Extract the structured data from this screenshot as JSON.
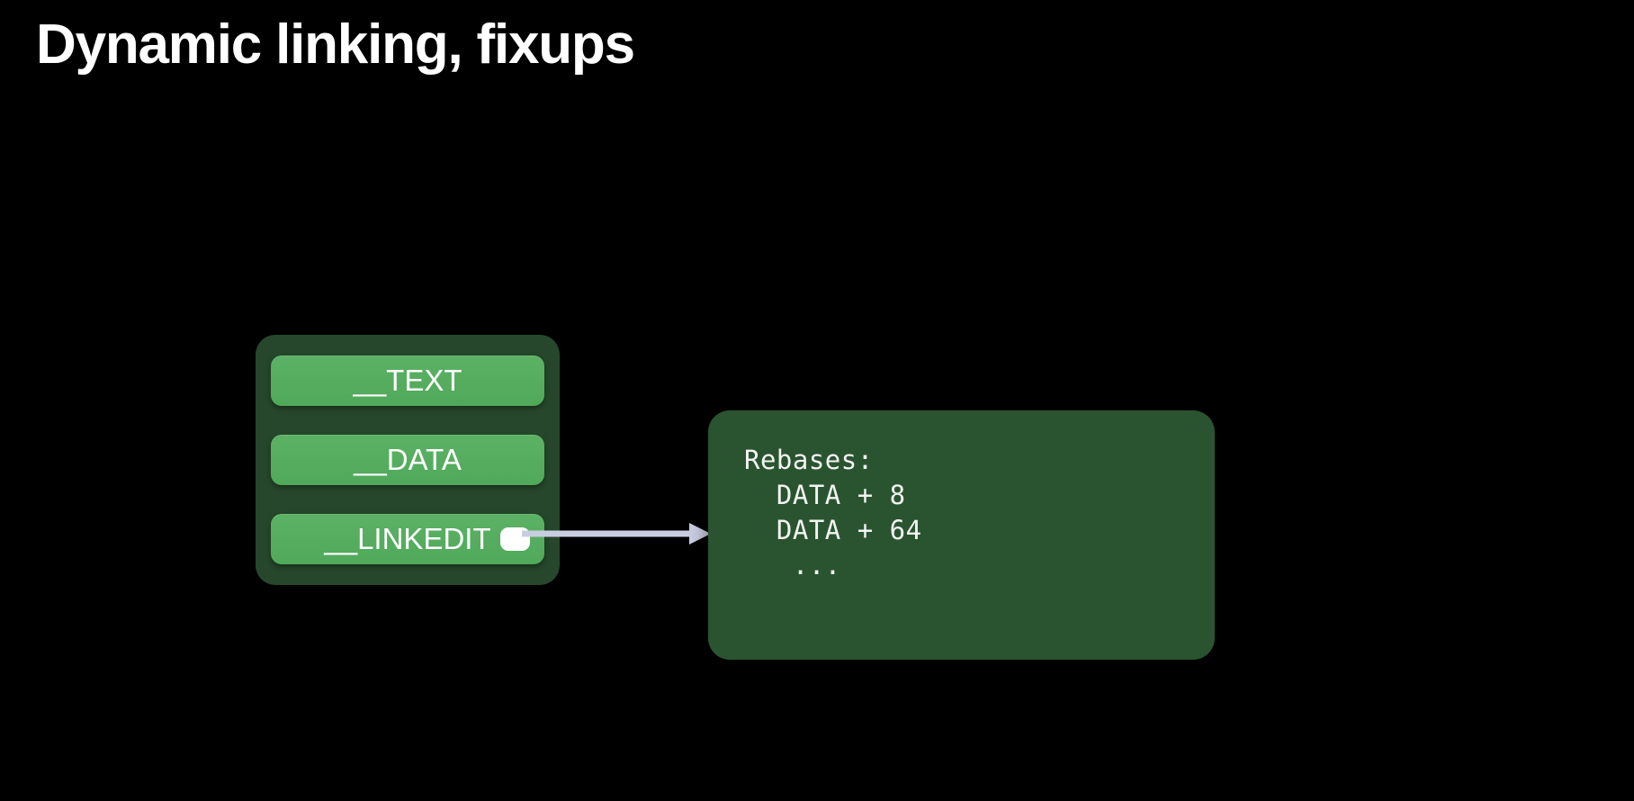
{
  "slide": {
    "title": "Dynamic linking, fixups",
    "background_color": "#000000",
    "title_color": "#ffffff"
  },
  "segments_container": {
    "name": "mach-o-segments",
    "container_color": "#26472b",
    "pill_color": "#54ac5d",
    "items": [
      {
        "label": "__TEXT",
        "has_badge": false
      },
      {
        "label": "__DATA",
        "has_badge": false
      },
      {
        "label": "__LINKEDIT",
        "has_badge": true,
        "badge_color": "#ffffff"
      }
    ]
  },
  "connector": {
    "name": "linkedit-to-rebases-arrow",
    "color": "#c9cde0",
    "direction": "right"
  },
  "rebases_panel": {
    "name": "rebases-panel",
    "panel_color": "#2a5430",
    "text_color": "#f2f5f1",
    "heading": "Rebases:",
    "lines": [
      "Rebases:",
      "  DATA + 8",
      "  DATA + 64",
      "   ..."
    ],
    "code": "Rebases:\n  DATA + 8\n  DATA + 64\n   ..."
  }
}
